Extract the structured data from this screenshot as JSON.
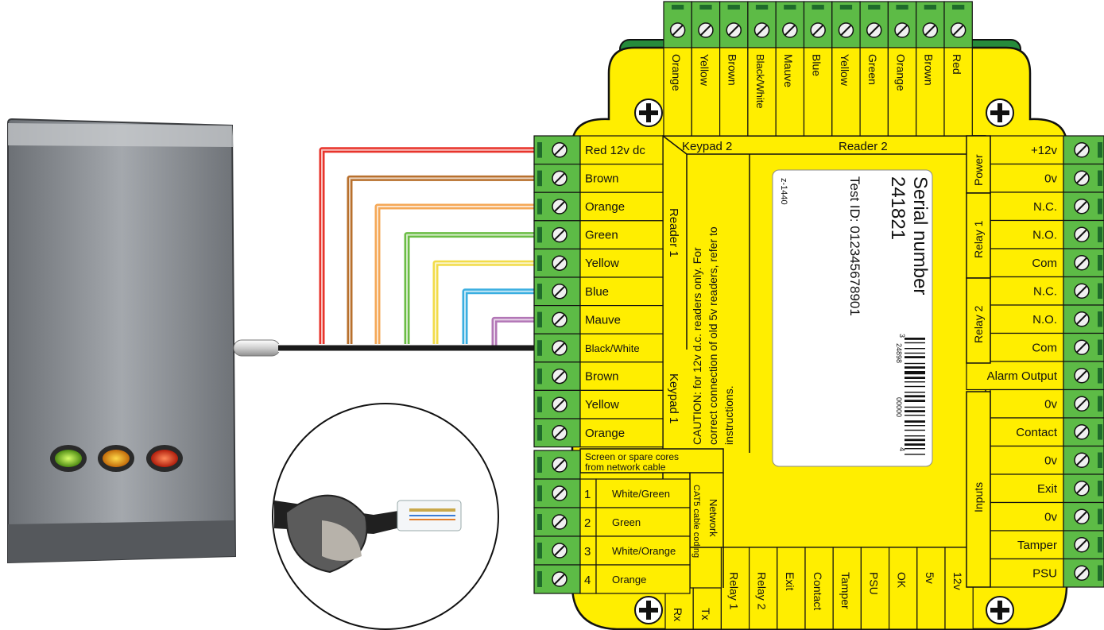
{
  "top_terminals": [
    "Orange",
    "Yellow",
    "Brown",
    "Black/White",
    "Mauve",
    "Blue",
    "Yellow",
    "Green",
    "Orange",
    "Brown",
    "Red"
  ],
  "left_terminals": [
    "Red 12v dc",
    "Brown",
    "Orange",
    "Green",
    "Yellow",
    "Blue",
    "Mauve",
    "Black/White",
    "Brown",
    "Yellow",
    "Orange"
  ],
  "right_terminals": [
    "+12v",
    "0v",
    "N.C.",
    "N.O.",
    "Com",
    "N.C.",
    "N.O.",
    "Com",
    "Alarm Output",
    "0v",
    "Contact",
    "0v",
    "Exit",
    "0v",
    "Tamper",
    "PSU"
  ],
  "bottom_terminals": [
    "Rx",
    "Tx",
    "Relay 1",
    "Relay 2",
    "Exit",
    "Contact",
    "Tamper",
    "PSU",
    "OK",
    "5v",
    "12v"
  ],
  "group_labels": {
    "keypad2": "Keypad 2",
    "reader2": "Reader 2",
    "reader1": "Reader 1",
    "keypad1": "Keypad 1",
    "power": "Power",
    "relay1": "Relay 1",
    "relay2": "Relay 2",
    "inputs": "Inputs",
    "cat5": "CAT5 cable coding",
    "network": "Network"
  },
  "screen_label": "Screen or spare cores from network cable",
  "network_rows": [
    {
      "num": "1",
      "label": "White/Green"
    },
    {
      "num": "2",
      "label": "Green"
    },
    {
      "num": "3",
      "label": "White/Orange"
    },
    {
      "num": "4",
      "label": "Orange"
    }
  ],
  "caution": [
    "CAUTION: for 12v d.c. readers only. For",
    "correct connection of old 5v readers, refer to",
    "instructions."
  ],
  "label_card": {
    "serial_title": "Serial number",
    "serial_number": "241821",
    "test_id": "Test ID: 012345678901",
    "model": "z-1440",
    "barcode_digits": [
      "3",
      "24898",
      "00000",
      "4"
    ]
  },
  "wire_colors": [
    "#e8342b",
    "#b8702d",
    "#f5a857",
    "#6bbd45",
    "#f2dc49",
    "#3aaee0",
    "#b276b6",
    "#1a1a1a"
  ],
  "colors": {
    "board": "#ffee00",
    "terminal": "#5dbb46",
    "reader_body": "#8d9196"
  }
}
